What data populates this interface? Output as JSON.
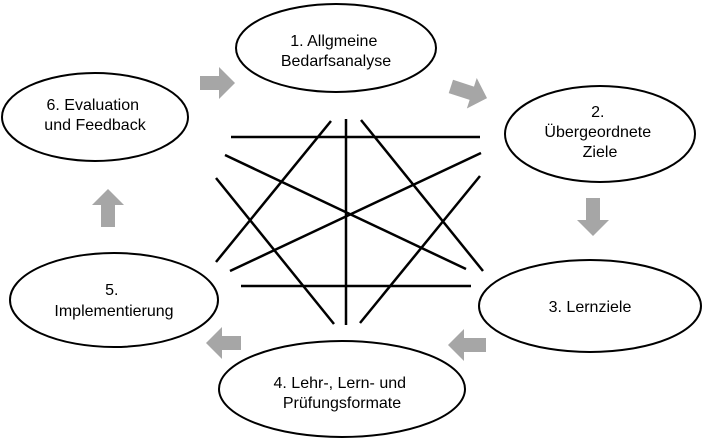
{
  "nodes": [
    {
      "id": "n1",
      "lines": [
        "1. Allgmeine",
        "Bedarfsanalyse"
      ]
    },
    {
      "id": "n2",
      "lines": [
        "2.",
        "Übergeordnete",
        "Ziele"
      ]
    },
    {
      "id": "n3",
      "lines": [
        "3. Lernziele"
      ]
    },
    {
      "id": "n4",
      "lines": [
        "4. Lehr-, Lern- und",
        "Prüfungsformate"
      ]
    },
    {
      "id": "n5",
      "lines": [
        "5.",
        "Implementierung"
      ]
    },
    {
      "id": "n6",
      "lines": [
        "6. Evaluation",
        "und Feedback"
      ]
    }
  ],
  "colors": {
    "ellipse_stroke": "#000000",
    "ellipse_fill": "#ffffff",
    "arrow_fill": "#a6a6a6",
    "line_stroke": "#000000"
  }
}
